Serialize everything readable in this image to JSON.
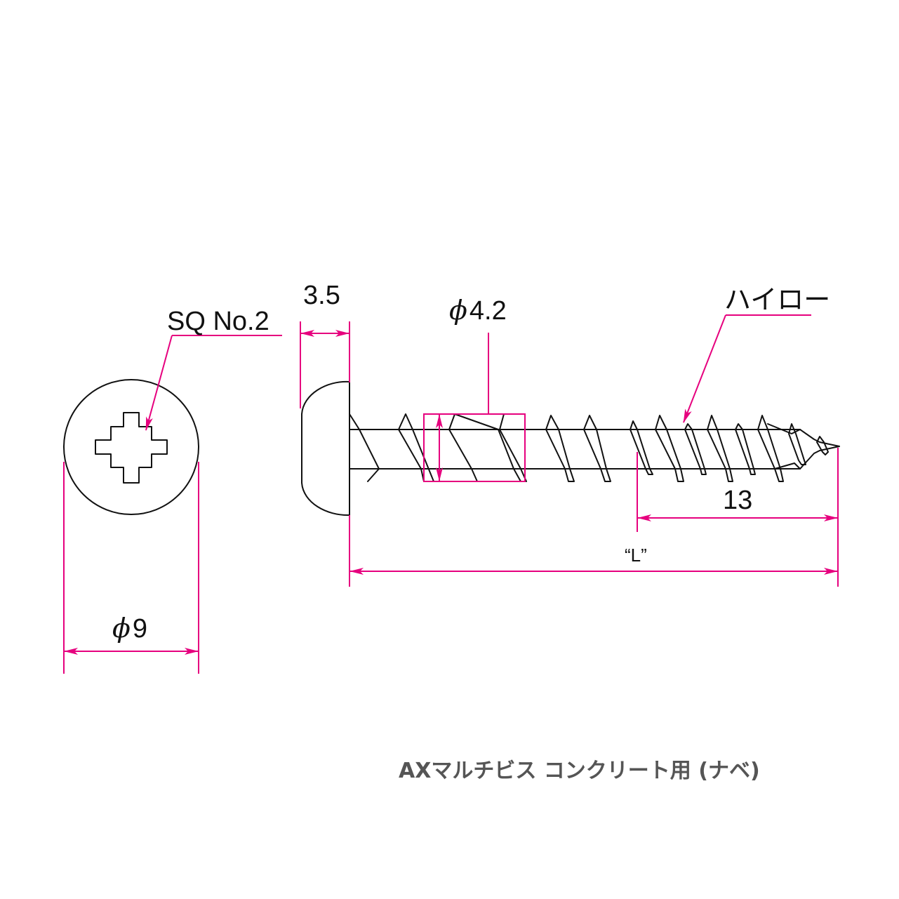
{
  "labels": {
    "drive": "SQ No.2",
    "head_height": "3.5",
    "shank_diameter_symbol": "ϕ",
    "shank_diameter": "4.2",
    "thread_type": "ハイロー",
    "tip_length": "13",
    "length": "“L”",
    "head_diameter_symbol": "ϕ",
    "head_diameter": "9"
  },
  "caption": "AXマルチビス  コンクリート用 (ナベ)",
  "colors": {
    "dimension": "#e6007e",
    "outline": "#111111",
    "caption": "#555555"
  }
}
